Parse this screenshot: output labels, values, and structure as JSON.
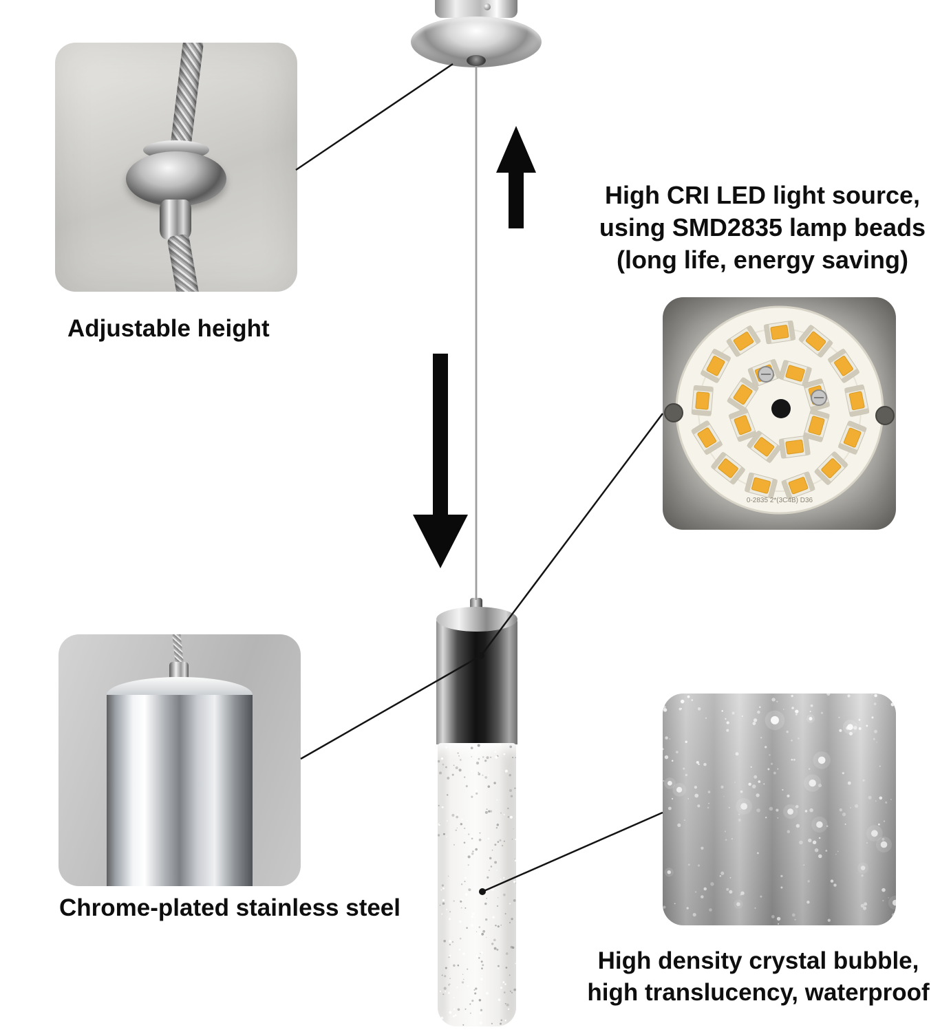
{
  "figure": {
    "type": "product-feature-diagram",
    "background": "#ffffff"
  },
  "callouts": {
    "adjustable_height": {
      "label": "Adjustable height"
    },
    "led_source": {
      "lines": [
        "High CRI LED light source,",
        "using SMD2835 lamp beads",
        "(long life, energy saving)"
      ]
    },
    "chrome_steel": {
      "label": "Chrome-plated stainless steel"
    },
    "crystal_bubble": {
      "lines": [
        "High density crystal bubble,",
        "high translucency, waterproof"
      ]
    }
  },
  "led_board": {
    "marking": "0-2835 2*(3C4B) D36"
  },
  "colors": {
    "text": "#111111",
    "callout_line": "#141414",
    "arrow": "#0a0a0a",
    "led_bead": "#f1ae33",
    "wire": "#b0b0b0"
  }
}
